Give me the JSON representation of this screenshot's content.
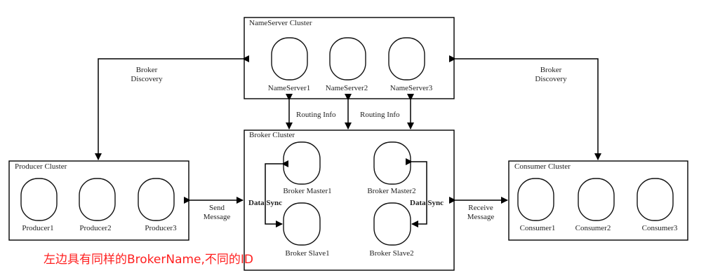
{
  "clusters": {
    "nameserver": {
      "title": "NameServer Cluster",
      "nodes": [
        "NameServer1",
        "NameServer2",
        "NameServer3"
      ]
    },
    "broker": {
      "title": "Broker Cluster",
      "nodes": [
        "Broker Master1",
        "Broker Master2",
        "Broker Slave1",
        "Broker Slave2"
      ]
    },
    "producer": {
      "title": "Producer Cluster",
      "nodes": [
        "Producer1",
        "Producer2",
        "Producer3"
      ]
    },
    "consumer": {
      "title": "Consumer Cluster",
      "nodes": [
        "Consumer1",
        "Consumer2",
        "Consumer3"
      ]
    }
  },
  "edge_labels": {
    "broker_discovery_left": [
      "Broker",
      "Discovery"
    ],
    "broker_discovery_right": [
      "Broker",
      "Discovery"
    ],
    "routing_info_left": "Routing Info",
    "routing_info_right": "Routing Info",
    "data_sync_left": "Data Sync",
    "data_sync_right": "Data Sync",
    "send_message": [
      "Send",
      "Message"
    ],
    "receive_message": [
      "Receive",
      "Message"
    ]
  },
  "annotation": {
    "text": "左边具有同样的BrokerName,不同的ID",
    "color": "#ff2020"
  },
  "colors": {
    "line": "#000000",
    "node_border": "#111111",
    "text": "#222222"
  }
}
